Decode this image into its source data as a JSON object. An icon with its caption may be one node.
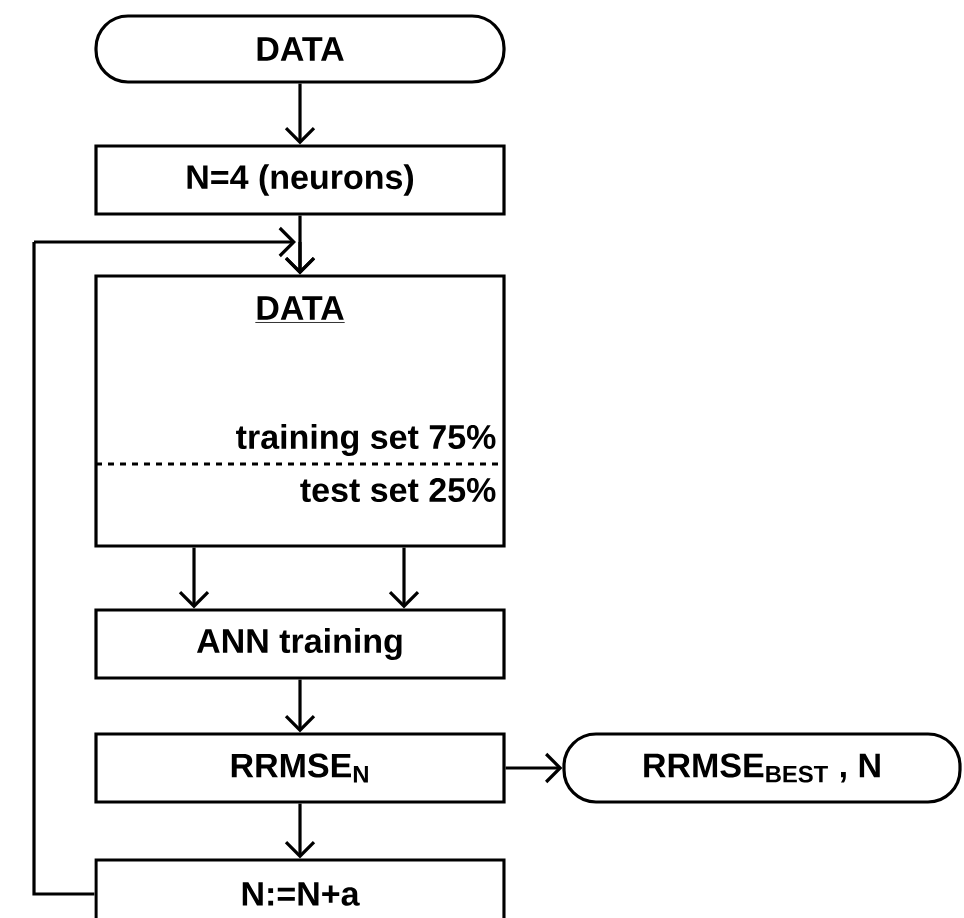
{
  "diagram": {
    "nodes": [
      {
        "text": [
          "DATA"
        ]
      },
      {
        "text": [
          "N=4 (neurons)"
        ]
      },
      {
        "text": [
          "DATA",
          "training set 75%",
          "test set 25%"
        ]
      },
      {
        "text": [
          "ANN training"
        ]
      },
      {
        "text": [
          "RRMSE$_{N}$"
        ]
      },
      {
        "text": [
          "RRMSE$_{BEST}$ , N"
        ]
      },
      {
        "text": [
          "N:=N+a"
        ]
      }
    ],
    "edges": [
      {
        "from": 0,
        "to": 1,
        "arrow": "to"
      },
      {
        "from": 1,
        "to": 2,
        "arrow": "to"
      },
      {
        "from": 2,
        "to": 3,
        "arrow": "to"
      },
      {
        "from": 2,
        "to": 3,
        "arrow": "to"
      },
      {
        "from": 3,
        "to": 4,
        "arrow": "to"
      },
      {
        "from": 4,
        "to": 5,
        "arrow": "to"
      },
      {
        "from": 4,
        "to": 6,
        "arrow": "to"
      },
      {
        "from": 6,
        "to": 2,
        "arrow": "to"
      }
    ]
  }
}
